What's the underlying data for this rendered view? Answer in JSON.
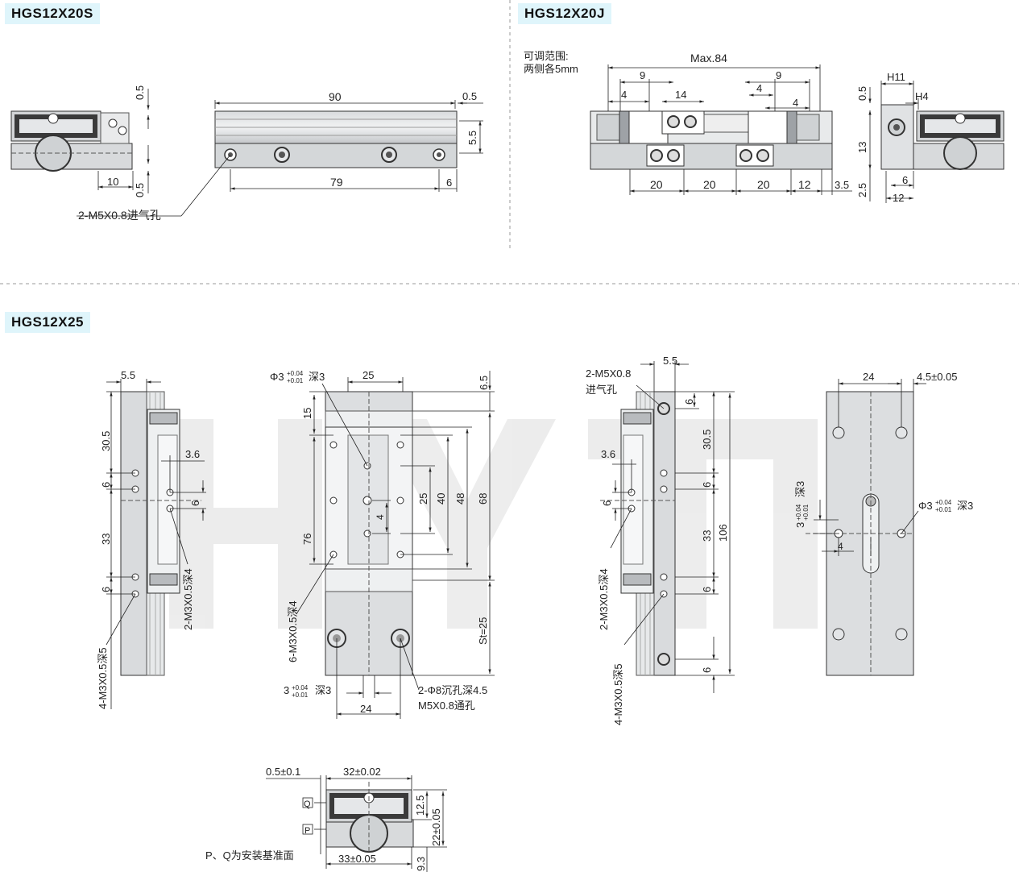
{
  "sections": {
    "s1": "HGS12X20S",
    "s2": "HGS12X20J",
    "s3": "HGS12X25"
  },
  "watermark": "HYTIC",
  "s1_labels": {
    "d_05_top": "0.5",
    "d_05_bot": "0.5",
    "d_10": "10",
    "d_90": "90",
    "d_05_right": "0.5",
    "d_55": "5.5",
    "d_79": "79",
    "d_6": "6",
    "port": "2-M5X0.8进气孔"
  },
  "s2_labels": {
    "adjust_1": "可调范围:",
    "adjust_2": "两侧各5mm",
    "max": "Max.84",
    "d_9a": "9",
    "d_9b": "9",
    "d_4a": "4",
    "d_14": "14",
    "d_4b": "4",
    "d_4c": "4",
    "d_20a": "20",
    "d_20b": "20",
    "d_20c": "20",
    "d_12": "12",
    "d_35": "3.5",
    "h11": "H11",
    "h4": "H4",
    "d_05": "0.5",
    "d_13": "13",
    "d_25": "2.5",
    "d_6": "6",
    "d_12b": "12"
  },
  "s3_view1": {
    "d_55": "5.5",
    "d_305": "30.5",
    "d_6a": "6",
    "d_33": "33",
    "d_6b": "6",
    "d_36": "3.6",
    "d_6c": "6",
    "hole_a": "2-M3X0.5深4",
    "hole_b": "4-M3X0.5深5"
  },
  "s3_view2": {
    "phi": "Φ3",
    "tol_up": "+0.04",
    "tol_dn": "+0.01",
    "depth": "深3",
    "d_25": "25",
    "d_65": "6.5",
    "d_15": "15",
    "d_76": "76",
    "d_25v": "25",
    "d_40": "40",
    "d_48": "48",
    "d_68": "68",
    "d_4": "4",
    "st": "St=25",
    "hole_c": "6-M3X0.5深4",
    "pin": "3",
    "pin_depth": "深3",
    "d_24": "24",
    "counterbore": "2-Φ8沉孔深4.5",
    "thru": "M5X0.8通孔"
  },
  "s3_view3": {
    "port_1": "2-M5X0.8",
    "port_2": "进气孔",
    "d_55": "5.5",
    "d_6a": "6",
    "d_305": "30.5",
    "d_36": "3.6",
    "d_6b": "6",
    "d_6c": "6",
    "d_33": "33",
    "d_106": "106",
    "d_6d": "6",
    "d_6e": "6",
    "hole_a": "2-M3X0.5深4",
    "hole_b": "4-M3X0.5深5"
  },
  "s3_view4": {
    "d_24": "24",
    "d_45": "4.5±0.05",
    "pin_l": "3",
    "pin_l_depth": "深3",
    "pin_r": "Φ3",
    "pin_r_depth": "深3",
    "tol_up": "+0.04",
    "tol_dn": "+0.01",
    "d_4": "4"
  },
  "s3_view5": {
    "d_05": "0.5±0.1",
    "d_32": "32±0.02",
    "q": "Q",
    "p": "P",
    "d_125": "12.5",
    "d_22": "22±0.05",
    "d_33": "33±0.05",
    "d_93": "9.3",
    "note": "P、Q为安装基准面"
  }
}
